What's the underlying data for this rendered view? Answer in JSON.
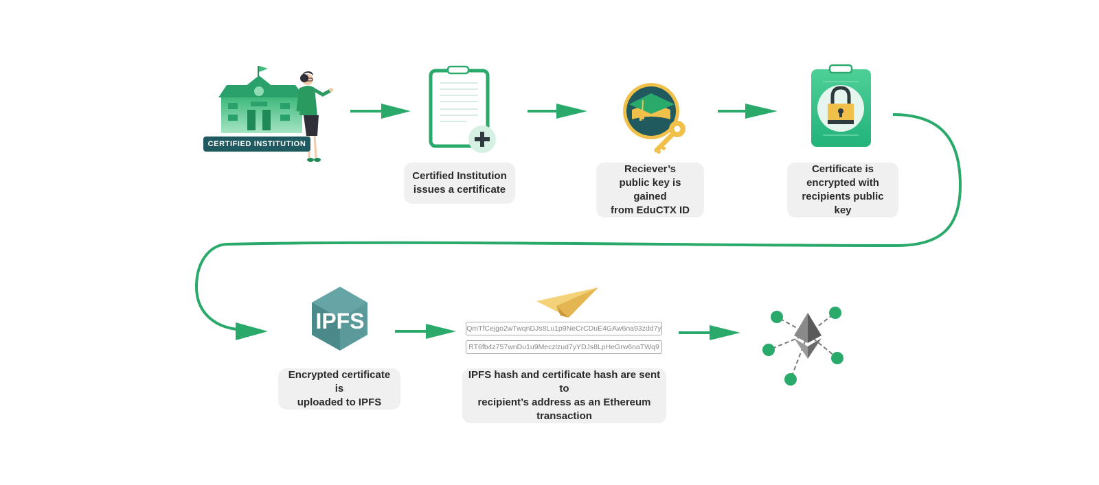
{
  "institution_badge": "CERTIFIED INSTITUTION",
  "steps": {
    "issue": "Certified Institution\nissues a certificate",
    "key": "Reciever’s\npublic key is gained\nfrom EduCTX ID",
    "encrypt": "Certificate is\nencrypted with\nrecipients public key",
    "upload": "Encrypted certificate is\nuploaded to IPFS",
    "send": "IPFS hash and certificate hash are sent to\nrecipient’s  address as an Ethereum\ntransaction"
  },
  "icons": {
    "edu_badge": "EDU",
    "ipfs_logo": "IPFS"
  },
  "hashes": {
    "ipfs_hash": "QmTfCejgo2wTwqnDJs8Lu1p9NeCrCDuE4GAw6na93zdd7y",
    "certificate_hash": "RT6fb4z757wnDu1u9Meczlzud7yYDJs8LpHeGrw6naTWq9"
  },
  "colors": {
    "green": "#2aaa6a",
    "light_green": "#6fd3a5",
    "teal_dark": "#1f5a60",
    "gold": "#f0c04a",
    "label_bg": "#f0f0f0",
    "ipfs_teal": "#5a9a9a",
    "ethereum_gray": "#7a7a7a"
  }
}
